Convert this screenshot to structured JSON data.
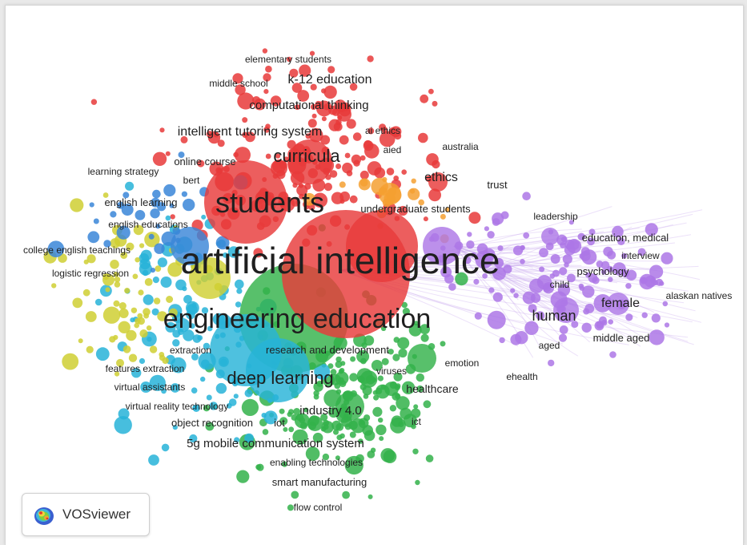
{
  "app": {
    "name": "VOSviewer",
    "logo_icon": "vosviewer-heatmap-icon"
  },
  "colors": {
    "cluster1": "#e83a3a",
    "cluster2": "#33b24a",
    "cluster3": "#27b3d8",
    "cluster4": "#cfcf33",
    "cluster5": "#ad77e6",
    "cluster6": "#f5a031",
    "cluster7": "#3a86d8",
    "link": "#c9a8ef"
  },
  "keywords": [
    {
      "text": "elementary students",
      "cluster": 1,
      "size": 12
    },
    {
      "text": "middle school",
      "cluster": 1,
      "size": 12
    },
    {
      "text": "k-12 education",
      "cluster": 1,
      "size": 16
    },
    {
      "text": "computational thinking",
      "cluster": 1,
      "size": 15
    },
    {
      "text": "intelligent tutoring system",
      "cluster": 1,
      "size": 16
    },
    {
      "text": "ai ethics",
      "cluster": 1,
      "size": 12
    },
    {
      "text": "aied",
      "cluster": 1,
      "size": 12
    },
    {
      "text": "australia",
      "cluster": 1,
      "size": 12
    },
    {
      "text": "curricula",
      "cluster": 1,
      "size": 22
    },
    {
      "text": "online course",
      "cluster": 6,
      "size": 13
    },
    {
      "text": "learning strategy",
      "cluster": 4,
      "size": 12
    },
    {
      "text": "bert",
      "cluster": 7,
      "size": 12
    },
    {
      "text": "ethics",
      "cluster": 1,
      "size": 16
    },
    {
      "text": "trust",
      "cluster": 5,
      "size": 13
    },
    {
      "text": "students",
      "cluster": 1,
      "size": 36
    },
    {
      "text": "english learning",
      "cluster": 7,
      "size": 13
    },
    {
      "text": "undergraduate students",
      "cluster": 1,
      "size": 13
    },
    {
      "text": "english educations",
      "cluster": 4,
      "size": 12
    },
    {
      "text": "leadership",
      "cluster": 5,
      "size": 12
    },
    {
      "text": "education, medical",
      "cluster": 5,
      "size": 13
    },
    {
      "text": "college english teachings",
      "cluster": 4,
      "size": 12
    },
    {
      "text": "interview",
      "cluster": 5,
      "size": 12
    },
    {
      "text": "artificial intelligence",
      "cluster": 1,
      "size": 46
    },
    {
      "text": "psychology",
      "cluster": 5,
      "size": 13
    },
    {
      "text": "logistic regression",
      "cluster": 4,
      "size": 12
    },
    {
      "text": "child",
      "cluster": 5,
      "size": 12
    },
    {
      "text": "alaskan natives",
      "cluster": 5,
      "size": 12
    },
    {
      "text": "human",
      "cluster": 5,
      "size": 18
    },
    {
      "text": "female",
      "cluster": 5,
      "size": 16
    },
    {
      "text": "engineering education",
      "cluster": 2,
      "size": 34
    },
    {
      "text": "middle aged",
      "cluster": 5,
      "size": 13
    },
    {
      "text": "aged",
      "cluster": 5,
      "size": 12
    },
    {
      "text": "extraction",
      "cluster": 4,
      "size": 12
    },
    {
      "text": "research and development",
      "cluster": 2,
      "size": 13
    },
    {
      "text": "emotion",
      "cluster": 5,
      "size": 12
    },
    {
      "text": "features extraction",
      "cluster": 4,
      "size": 12
    },
    {
      "text": "deep learning",
      "cluster": 3,
      "size": 22
    },
    {
      "text": "viruses",
      "cluster": 2,
      "size": 12
    },
    {
      "text": "ehealth",
      "cluster": 5,
      "size": 12
    },
    {
      "text": "virtual assistants",
      "cluster": 4,
      "size": 12
    },
    {
      "text": "healthcare",
      "cluster": 2,
      "size": 14
    },
    {
      "text": "virtual reality technology",
      "cluster": 4,
      "size": 12
    },
    {
      "text": "industry 4.0",
      "cluster": 2,
      "size": 15
    },
    {
      "text": "object recognition",
      "cluster": 3,
      "size": 13
    },
    {
      "text": "iot",
      "cluster": 2,
      "size": 13
    },
    {
      "text": "ict",
      "cluster": 2,
      "size": 12
    },
    {
      "text": "5g mobile communication system",
      "cluster": 3,
      "size": 15
    },
    {
      "text": "enabling technologies",
      "cluster": 2,
      "size": 12
    },
    {
      "text": "smart manufacturing",
      "cluster": 2,
      "size": 13
    },
    {
      "text": "flow control",
      "cluster": 2,
      "size": 12
    }
  ]
}
